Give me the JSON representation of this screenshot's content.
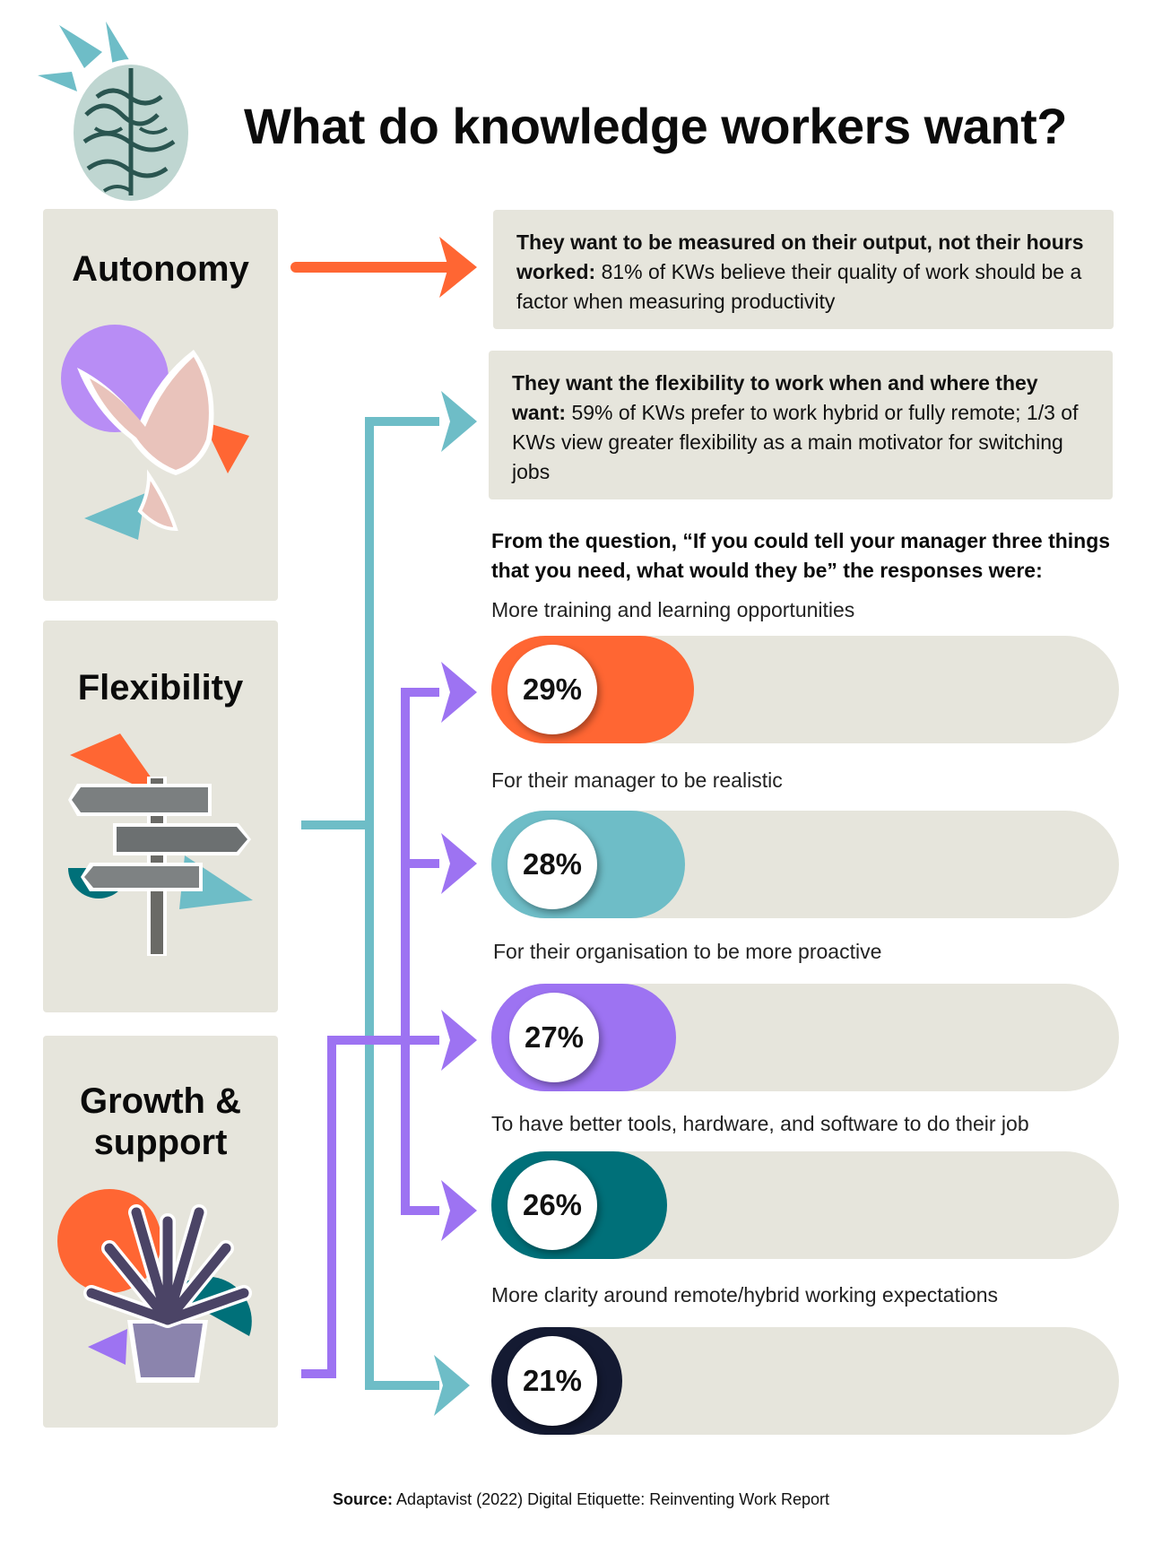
{
  "title": "What do knowledge workers want?",
  "categories": [
    {
      "label": "Autonomy"
    },
    {
      "label": "Flexibility"
    },
    {
      "label": "Growth &",
      "label2": "support"
    }
  ],
  "info_boxes": [
    {
      "bold": "They want to be measured on their output, not their hours worked:",
      "text": " 81% of KWs believe their quality of work should be a factor when measuring productivity"
    },
    {
      "bold": "They want the flexibility to work when and where they want:",
      "text": " 59% of KWs prefer to work hybrid or fully remote; 1/3 of KWs view greater flexibility as a main motivator for switching jobs"
    }
  ],
  "question": "From the question, “If you could tell your manager three things that you need, what would they be” the responses were:",
  "responses": [
    {
      "label": "More training and learning opportunities",
      "value": 29,
      "display": "29%",
      "color": "#ff6633"
    },
    {
      "label": "For their manager to be realistic",
      "value": 28,
      "display": "28%",
      "color": "#6ebdc7"
    },
    {
      "label": "For their organisation to be more proactive",
      "value": 27,
      "display": "27%",
      "color": "#9d73f2"
    },
    {
      "label": "To have better tools, hardware, and software to do their job",
      "value": 26,
      "display": "26%",
      "color": "#007079"
    },
    {
      "label": "More clarity around remote/hybrid working expectations",
      "value": 21,
      "display": "21%",
      "color": "#141a32"
    }
  ],
  "source": {
    "bold": "Source:",
    "text": " Adaptavist (2022) Digital Etiquette: Reinventing Work Report"
  },
  "colors": {
    "panel": "#e6e5dc",
    "orange": "#ff6633",
    "teal": "#6ebdc7",
    "purple": "#9d73f2",
    "dark_teal": "#007079",
    "navy": "#141a32"
  },
  "icons": [
    "brain-icon",
    "dove-icon",
    "signpost-icon",
    "plant-icon"
  ]
}
